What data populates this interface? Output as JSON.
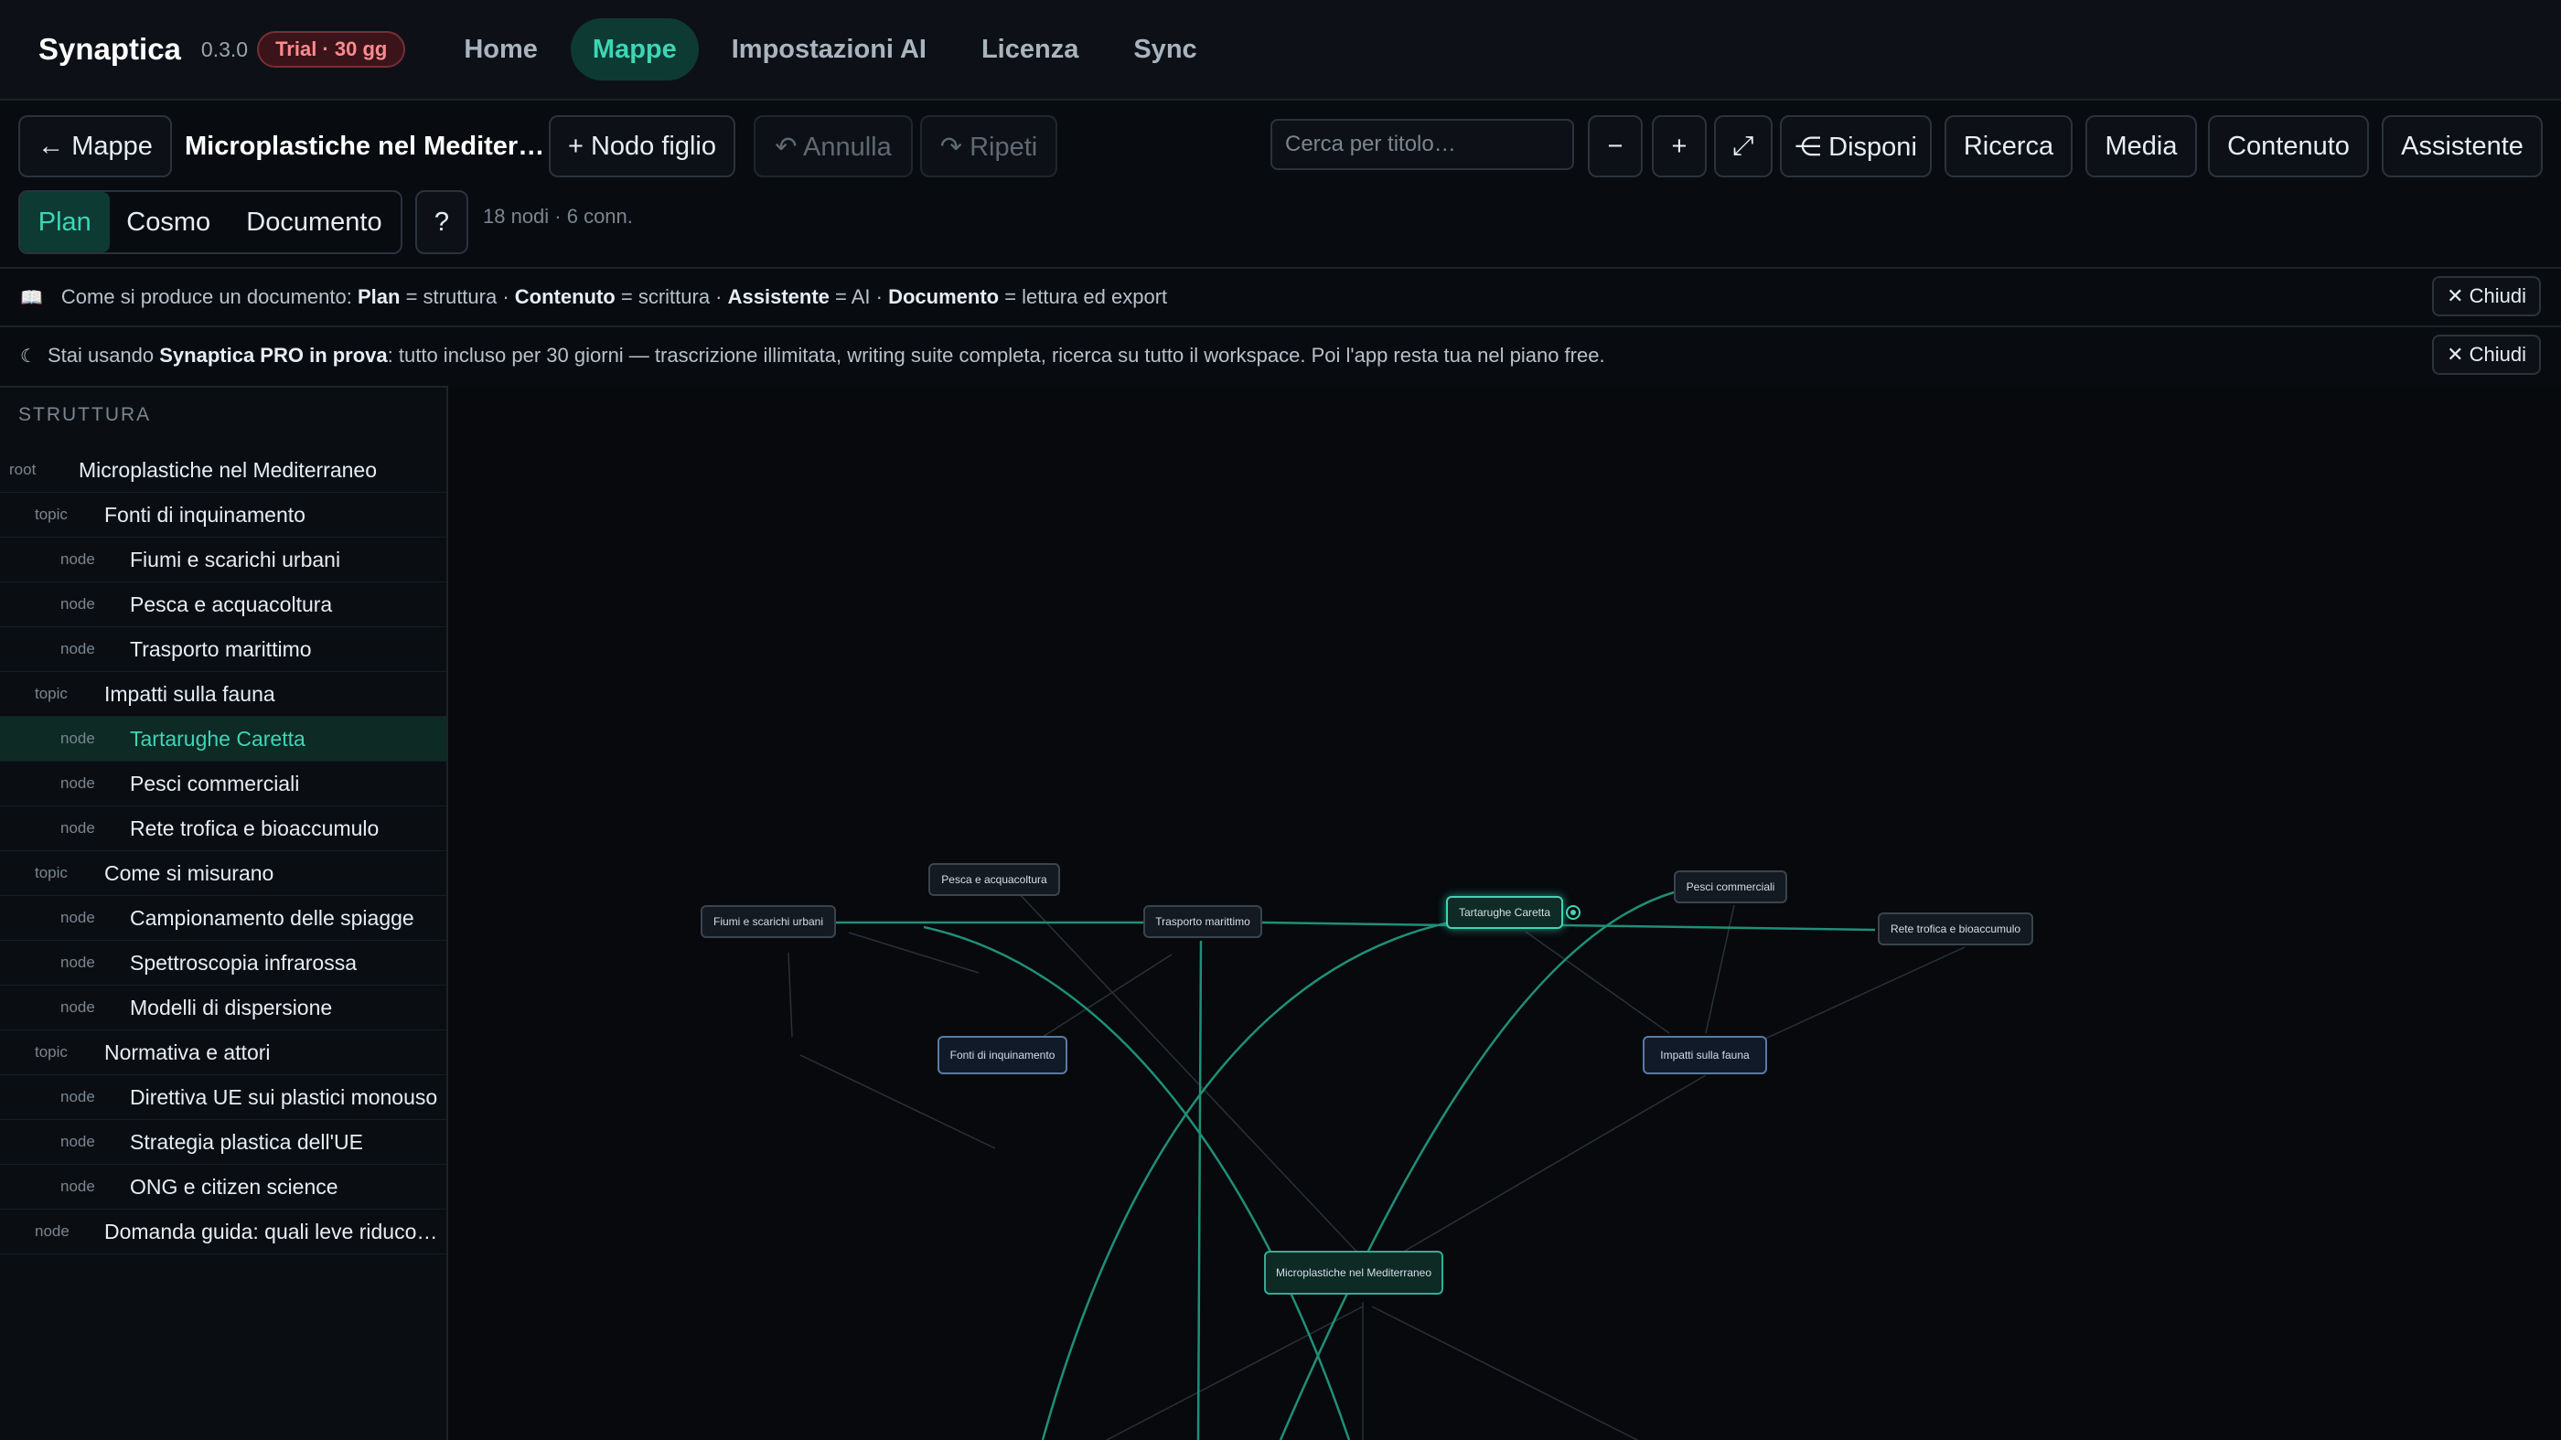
{
  "app": {
    "name": "Synaptica",
    "version": "0.3.0",
    "trial_badge": "Trial · 30 gg"
  },
  "nav": [
    "Home",
    "Mappe",
    "Impostazioni AI",
    "Licenza",
    "Sync"
  ],
  "toolbar": {
    "back": "← Mappe",
    "map_title": "Microplastiche nel Mediter…",
    "add_child": "+ Nodo figlio",
    "undo": "↶ Annulla",
    "redo": "↷ Ripeti",
    "search_placeholder": "Cerca per titolo…",
    "zoom_out": "−",
    "zoom_in": "+",
    "fit": "⤢",
    "arrange": "⋲ Disponi",
    "research": "Ricerca",
    "media": "Media",
    "content": "Contenuto",
    "assistant": "Assistente"
  },
  "views": [
    "Plan",
    "Cosmo",
    "Documento"
  ],
  "help": "?",
  "counts": "18 nodi · 6 conn.",
  "banner_doc": {
    "icon": "📖",
    "intro": "Come si produce un documento: ",
    "t1": "Plan",
    "d1": " = struttura · ",
    "t2": "Contenuto",
    "d2": " = scrittura · ",
    "t3": "Assistente",
    "d3": " = AI · ",
    "t4": "Documento",
    "d4": " = lettura ed export",
    "close": "✕ Chiudi"
  },
  "banner_trial": {
    "icon": "☾",
    "intro": "Stai usando ",
    "bold": "Synaptica PRO in prova",
    "rest": ": tutto incluso per 30 giorni — trascrizione illimitata, writing suite completa, ricerca su tutto il workspace. Poi l'app resta tua nel piano free.",
    "close": "✕ Chiudi"
  },
  "sidebar": {
    "heading": "STRUTTURA",
    "items": [
      {
        "type": "root",
        "label": "Microplastiche nel Mediterraneo"
      },
      {
        "type": "topic",
        "label": "Fonti di inquinamento"
      },
      {
        "type": "node",
        "label": "Fiumi e scarichi urbani"
      },
      {
        "type": "node",
        "label": "Pesca e acquacoltura"
      },
      {
        "type": "node",
        "label": "Trasporto marittimo"
      },
      {
        "type": "topic",
        "label": "Impatti sulla fauna"
      },
      {
        "type": "node",
        "label": "Tartarughe Caretta"
      },
      {
        "type": "node",
        "label": "Pesci commerciali"
      },
      {
        "type": "node",
        "label": "Rete trofica e bioaccumulo"
      },
      {
        "type": "topic",
        "label": "Come si misurano"
      },
      {
        "type": "node",
        "label": "Campionamento delle spiagge"
      },
      {
        "type": "node",
        "label": "Spettroscopia infrarossa"
      },
      {
        "type": "node",
        "label": "Modelli di dispersione"
      },
      {
        "type": "topic",
        "label": "Normativa e attori"
      },
      {
        "type": "node",
        "label": "Direttiva UE sui plastici monouso"
      },
      {
        "type": "node",
        "label": "Strategia plastica dell'UE"
      },
      {
        "type": "node",
        "label": "ONG e citizen science"
      },
      {
        "type": "node",
        "label": "Domanda guida: quali leve riduco…"
      }
    ]
  },
  "graph": {
    "nodes": {
      "fiumi": "Fiumi e scarichi urbani",
      "pesca": "Pesca e acquacoltura",
      "trasporto": "Trasporto marittimo",
      "tartarughe": "Tartarughe Caretta",
      "pesci": "Pesci commerciali",
      "rete": "Rete trofica e bioaccumulo",
      "fonti": "Fonti di inquinamento",
      "impatti": "Impatti sulla fauna",
      "root": "Microplastiche nel Mediterraneo"
    }
  },
  "colors": {
    "accent": "#3dd6b5",
    "background": "#080b10",
    "danger": "#ff8a8f"
  }
}
